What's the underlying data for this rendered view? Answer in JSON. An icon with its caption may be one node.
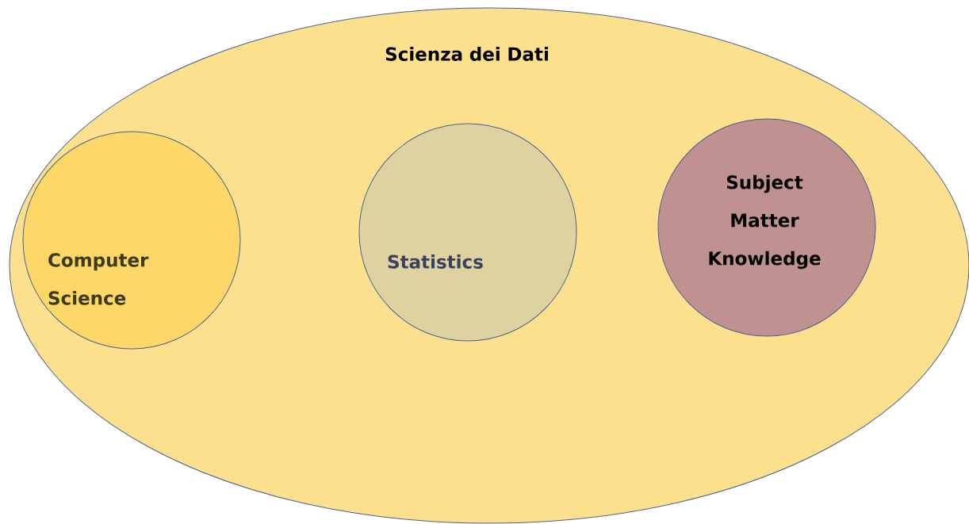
{
  "diagram": {
    "nodes": [
      {
        "text": [
          "Scienza dei Dati"
        ]
      },
      {
        "text": [
          "Computer Science"
        ],
        "in": 0
      },
      {
        "text": [
          "Statistics"
        ],
        "in": 0
      },
      {
        "text": [
          "Subject Matter Knowledge"
        ],
        "in": 0
      }
    ]
  }
}
